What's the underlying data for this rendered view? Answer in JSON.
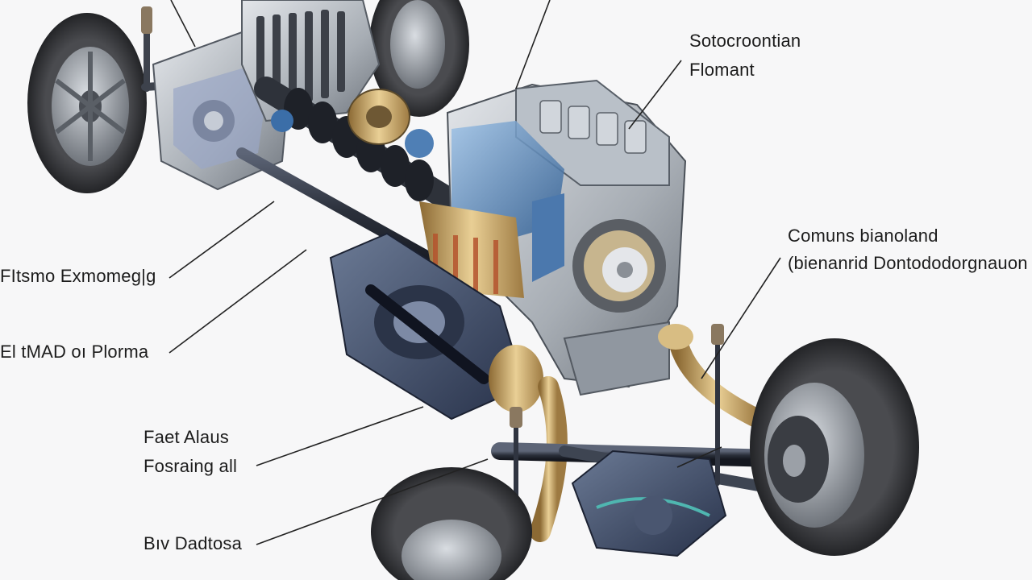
{
  "figure": {
    "background": "#f7f7f8",
    "palette": {
      "tire": "#3a3b3e",
      "rim": "#7a7f86",
      "block": "#a8adb3",
      "shaft": "#2f3440",
      "accent_blue": "#3b6ea8",
      "brass": "#c9a464",
      "copper": "#b5542e",
      "leader": "#222222"
    }
  },
  "labels": [
    {
      "id": "top-right-1",
      "text": "Sotocroontian"
    },
    {
      "id": "top-right-2",
      "text": "Flomant"
    },
    {
      "id": "mid-right-1",
      "text": "Comuns bianoland"
    },
    {
      "id": "mid-right-2",
      "text": "(bienanrid Dontododorgnauon"
    },
    {
      "id": "left-1",
      "text": "FItsmo Exmomeg|g"
    },
    {
      "id": "left-2",
      "text": "El tMAD oı Plorma"
    },
    {
      "id": "bottom-left-1",
      "text": "Faet Alaus"
    },
    {
      "id": "bottom-left-2",
      "text": "Fosraing all"
    },
    {
      "id": "bottom-left-3",
      "text": "Bıv Dadtosa"
    }
  ]
}
